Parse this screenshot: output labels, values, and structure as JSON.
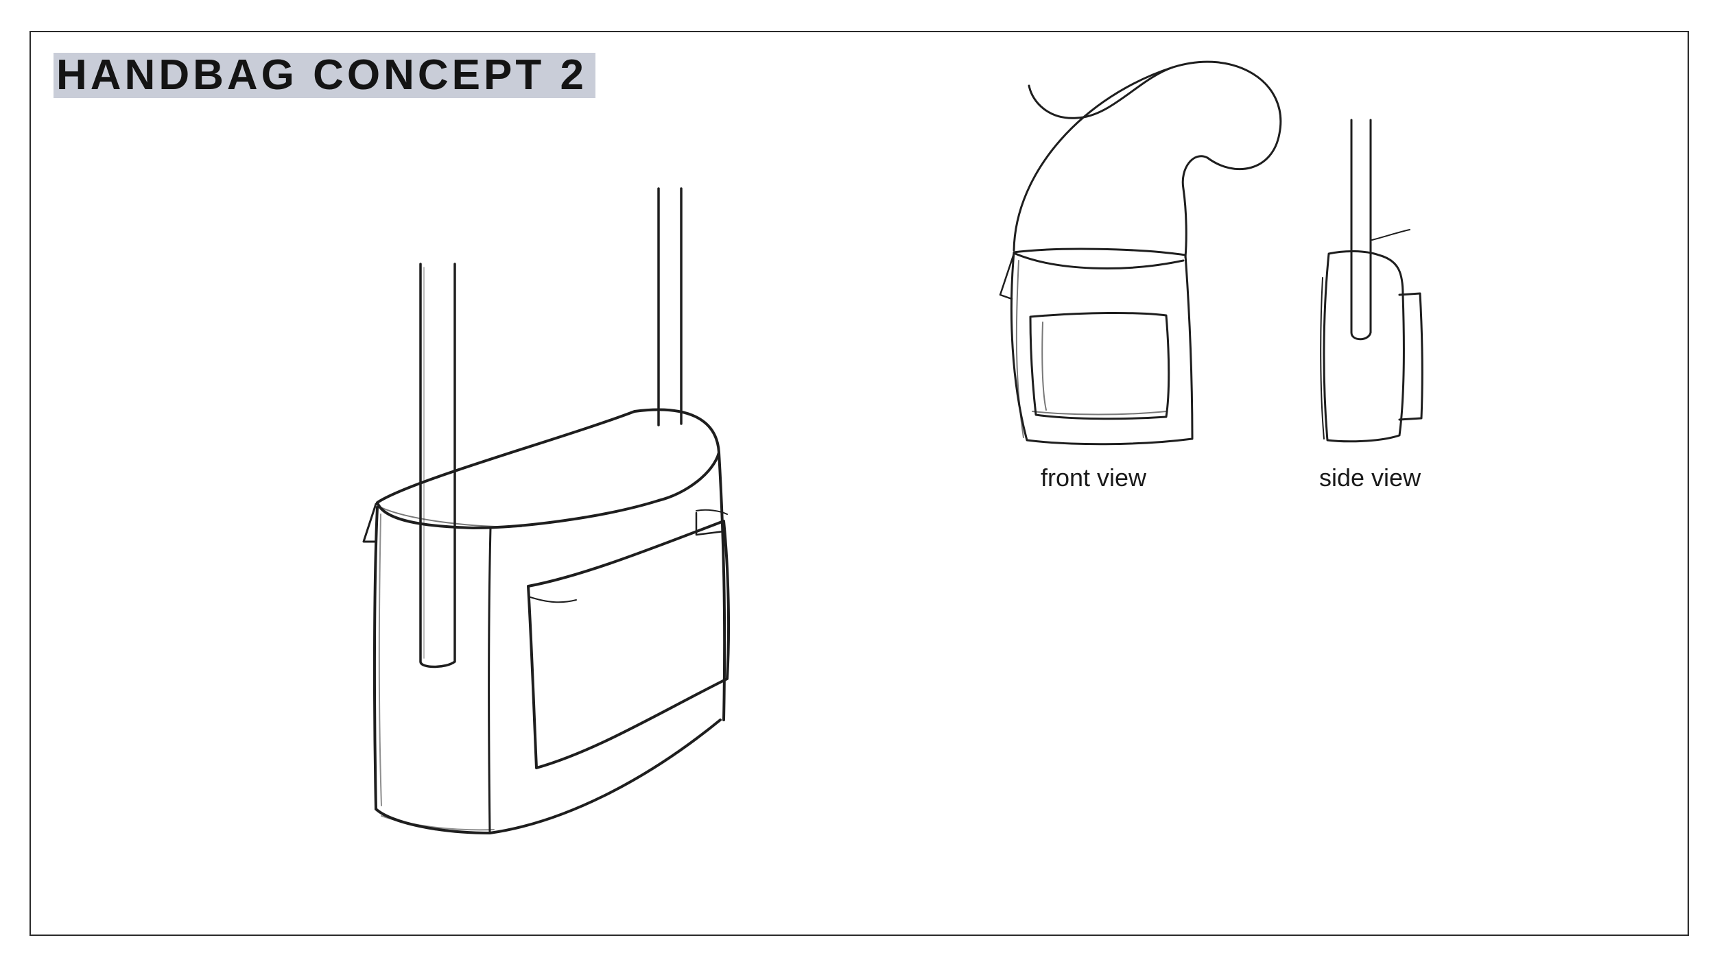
{
  "title": "HANDBAG CONCEPT 2",
  "labels": {
    "front": "front view",
    "side": "side view"
  },
  "colors": {
    "title_highlight": "#c9cdd8",
    "ink": "#1a1a1a"
  }
}
